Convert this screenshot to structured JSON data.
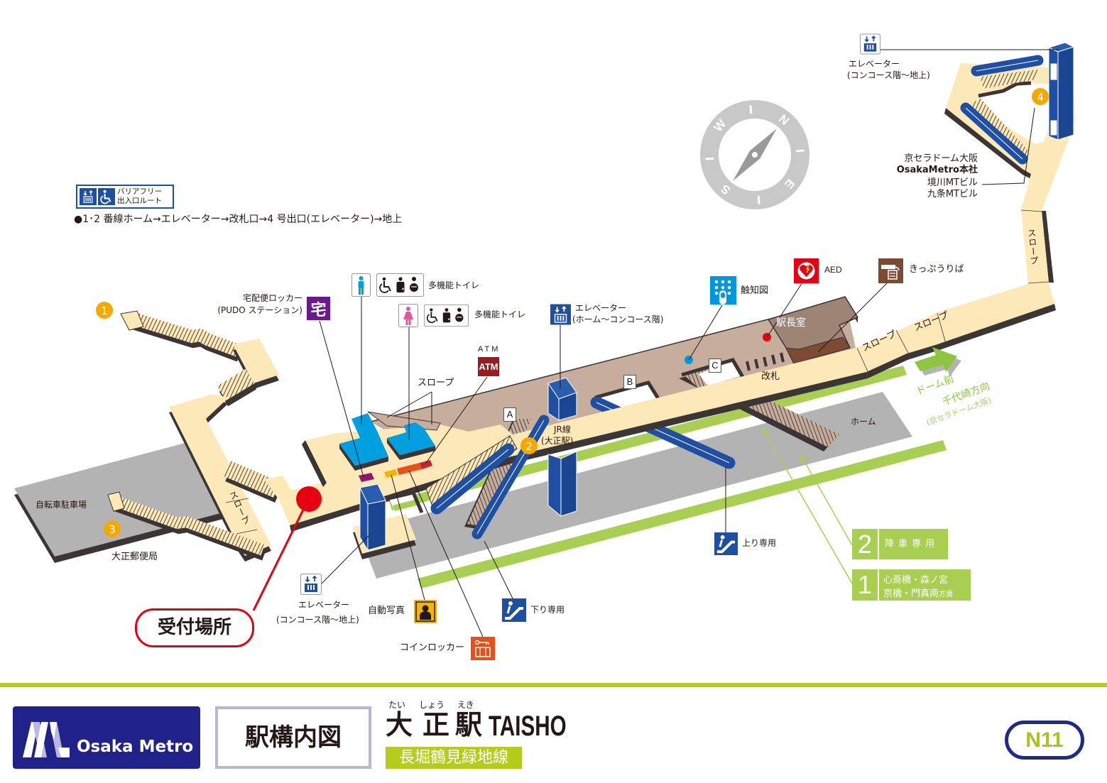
{
  "legend": {
    "line1": "バリアフリー",
    "line2": "出入口ルート",
    "route": "●1･2 番線ホーム→エレベーター→改札口→4 号出口(エレベーター)→地上"
  },
  "compass": {
    "n": "N",
    "e": "E",
    "s": "S",
    "w": "W"
  },
  "exits": {
    "e1": "1",
    "e2": "2",
    "e3": "3",
    "e4": "4"
  },
  "exit2_label": {
    "line1": "JR線",
    "line2": "(大正駅)"
  },
  "exit4_places": {
    "line1": "京セラドーム大阪",
    "line2": "OsakaMetro本社",
    "line3": "境川MTビル",
    "line4": "九条MTビル"
  },
  "places": {
    "bike_parking": "自転車駐車場",
    "post_office": "大正郵便局"
  },
  "areas": {
    "station_office": "駅長室",
    "ticket_gate": "改札",
    "platform": "ホーム",
    "slope": "スロープ",
    "stair_a": "A",
    "stair_b": "B",
    "stair_c": "C"
  },
  "facilities": {
    "delivery_locker": {
      "line1": "宅配便ロッカー",
      "line2": "(PUDO ステーション)",
      "glyph": "宅"
    },
    "toilets": [
      {
        "gender": "male",
        "label": "多機能トイレ"
      },
      {
        "gender": "female",
        "label": "多機能トイレ"
      }
    ],
    "atm": {
      "label": "ATM",
      "glyph": "ATM"
    },
    "elevator_platform": {
      "line1": "エレベーター",
      "line2": "(ホーム〜コンコース階)"
    },
    "elevator_street_exit3": {
      "line1": "エレベーター",
      "line2": "(コンコース階〜地上)"
    },
    "elevator_street_exit4": {
      "line1": "エレベーター",
      "line2": "(コンコース階〜地上)"
    },
    "tactile_map": {
      "label": "触知図"
    },
    "aed": {
      "label": "AED"
    },
    "ticket_office": {
      "label": "きっぷうりば"
    },
    "escalator_up": {
      "label": "上り専用"
    },
    "escalator_down": {
      "label": "下り専用"
    },
    "photo_booth": {
      "label": "自動写真"
    },
    "coin_locker": {
      "label": "コインロッカー"
    }
  },
  "direction": {
    "line1": "ドーム前",
    "line2": "千代崎方向",
    "line3": "(京セラドーム大阪)"
  },
  "tracks": [
    {
      "number": "2",
      "label": "降車専用"
    },
    {
      "number": "1",
      "line1": "心斎橋・森ノ宮",
      "line2": "京橋・門真南",
      "suffix": "方面"
    }
  ],
  "reception": {
    "label": "受付場所"
  },
  "footer": {
    "brand": "Osaka Metro",
    "doc_title": "駅構内図",
    "ruby": {
      "r1": "たい",
      "r2": "しょう",
      "r3": "えき"
    },
    "name_ja": {
      "c1": "大",
      "c2": "正",
      "c3": "駅"
    },
    "name_en": "TAISHO",
    "line_name": "長堀鶴見緑地線",
    "station_code": "N11"
  },
  "colors": {
    "line-green": "#b4cc1c",
    "metro-navy": "#20228a",
    "concourse": "#fde8b7",
    "concourse-brown": "#c7ae9c",
    "escalator-blue": "#1f4fa2",
    "platform-grey": "#b3b3b3",
    "track-green": "#a8cf52",
    "exit-orange": "#f5a800",
    "reception-red": "#e60012"
  }
}
